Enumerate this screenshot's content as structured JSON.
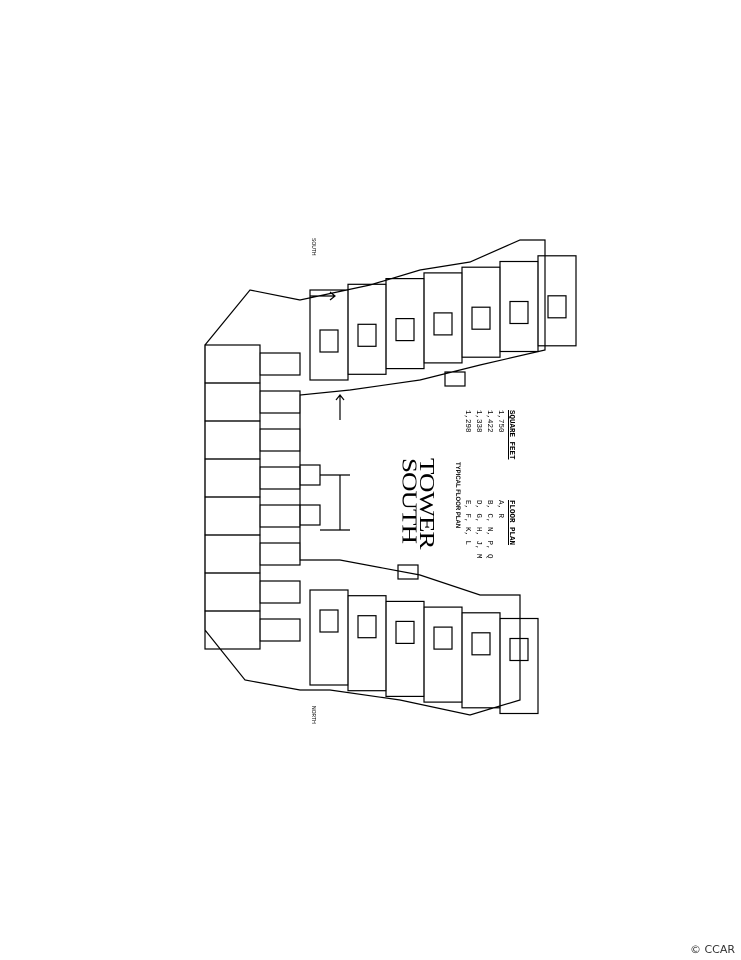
{
  "plan": {
    "title_line1": "TOWER",
    "title_line2": "SOUTH",
    "subtitle": "TYPICAL FLOOR PLAN",
    "legend": {
      "col1_header": "FLOOR PLAN",
      "col2_header": "SQUARE FEET",
      "rows": [
        {
          "units": "A, R",
          "sqft": "1,750"
        },
        {
          "units": "B, C, N, P, Q",
          "sqft": "1,422"
        },
        {
          "units": "D, G, H, J, M",
          "sqft": "1,338"
        },
        {
          "units": "E, F, K, L",
          "sqft": "1,298"
        }
      ]
    },
    "compass_top": "SOUTH",
    "compass_bottom": "NORTH"
  },
  "watermark": "© CCAR"
}
